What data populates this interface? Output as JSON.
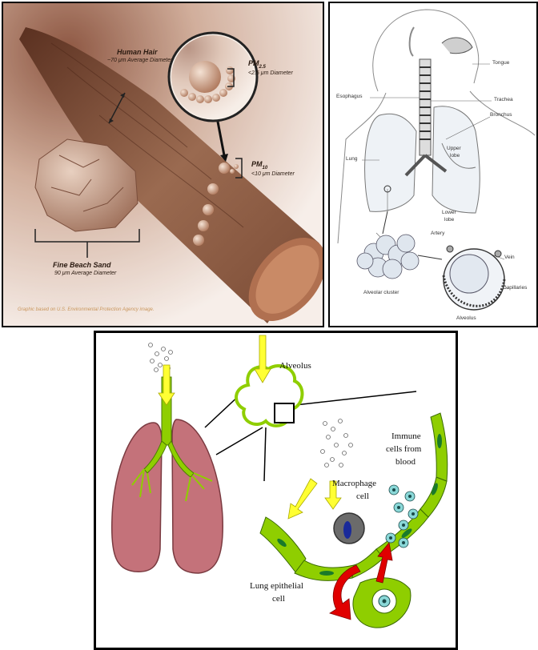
{
  "panel_a": {
    "human_hair": {
      "title": "Human Hair",
      "subtitle": "~70 μm Average Diameter"
    },
    "pm25": {
      "title": "PM",
      "sub": "2.5",
      "subtitle": "<2.5 μm Diameter"
    },
    "pm10": {
      "title": "PM",
      "sub": "10",
      "subtitle": "<10 μm Diameter"
    },
    "sand": {
      "title": "Fine Beach Sand",
      "subtitle": "90 μm Average Diameter"
    },
    "credit": "Graphic based on U.S. Environmental Protection Agency image."
  },
  "panel_b": {
    "labels": {
      "tongue": "Tongue",
      "esophagus": "Esophagus",
      "trachea": "Trachea",
      "bronchus": "Bronchus",
      "lung": "Lung",
      "upper_lobe_1": "Upper",
      "upper_lobe_2": "lobe",
      "lower_lobe_1": "Lower",
      "lower_lobe_2": "lobe",
      "artery": "Artery",
      "vein": "Vein",
      "capillaries": "Capillaries",
      "alveolar_cluster": "Alveolar cluster",
      "alveolus": "Alveolus"
    }
  },
  "panel_c": {
    "alveolus": "Alveolus",
    "immune_1": "Immune",
    "immune_2": "cells from",
    "immune_3": "blood",
    "macrophage_1": "Macrophage",
    "macrophage_2": "cell",
    "epithelial_1": "Lung epithelial",
    "epithelial_2": "cell"
  },
  "colors": {
    "hair": "#8a5a44",
    "lung": "#c4727a",
    "airway": "#8fce00",
    "arrow_yellow": "#ffff33",
    "arrow_red": "#e00000",
    "macrophage": "#6b6b6b",
    "immune_cell": "#8ad8d8"
  }
}
